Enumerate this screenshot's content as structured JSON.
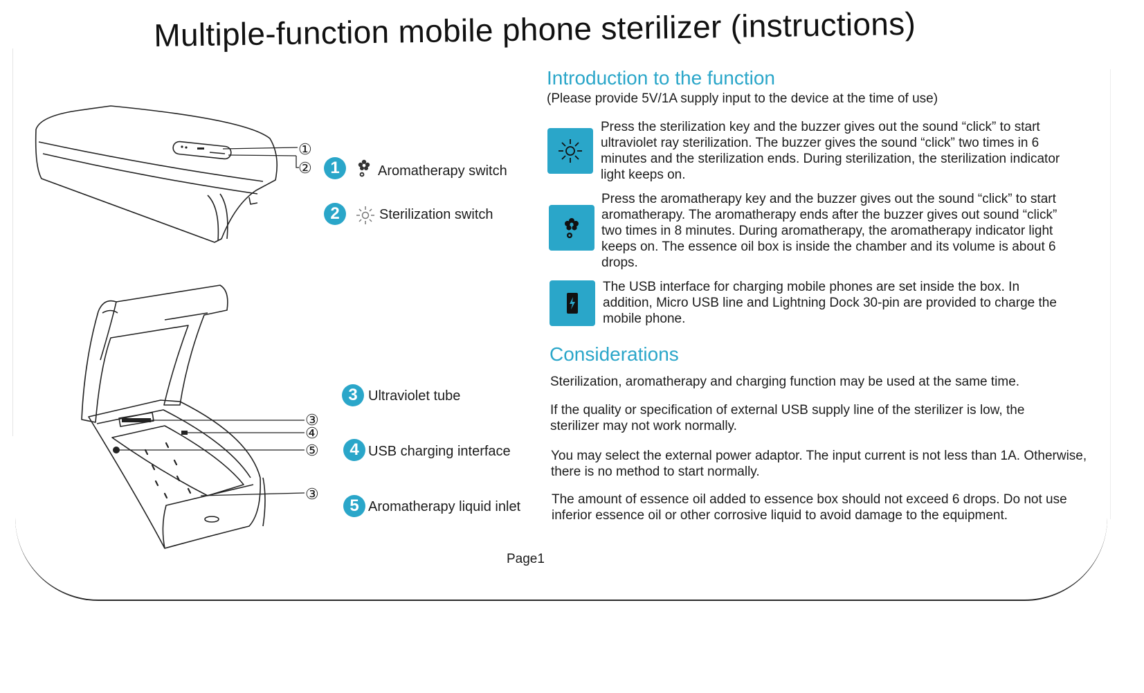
{
  "title": "Multiple-function mobile phone sterilizer (instructions)",
  "legend": [
    {
      "num": "1",
      "label": "Aromatherapy switch",
      "icon": "flower-icon"
    },
    {
      "num": "2",
      "label": "Sterilization switch",
      "icon": "sun-icon"
    },
    {
      "num": "3",
      "label": "Ultraviolet tube"
    },
    {
      "num": "4",
      "label": "USB charging interface"
    },
    {
      "num": "5",
      "label": "Aromatherapy liquid inlet"
    }
  ],
  "callouts": {
    "c1": "①",
    "c2": "②",
    "c3": "③",
    "c4": "④",
    "c5": "⑤"
  },
  "intro": {
    "heading": "Introduction to the function",
    "note": "(Please provide 5V/1A supply input to the device at the time of use)",
    "features": [
      {
        "icon": "sun-icon",
        "text": "Press the sterilization key and the buzzer gives out the sound “click” to start ultraviolet ray sterilization. The buzzer gives the sound “click” two times in 6 minutes and the sterilization ends. During sterilization, the sterilization indicator light keeps on."
      },
      {
        "icon": "flower-icon",
        "text": "Press the aromatherapy key and the buzzer gives out the sound “click” to start aromatherapy. The aromatherapy ends after the buzzer gives out sound “click” two times in 8 minutes. During aromatherapy, the aromatherapy indicator light keeps on. The essence oil box is inside the chamber and its volume is about 6 drops."
      },
      {
        "icon": "phone-charging-icon",
        "text": "The USB interface for charging mobile phones are set inside the box. In addition, Micro USB line and Lightning Dock 30-pin are provided to charge the mobile phone."
      }
    ]
  },
  "considerations": {
    "heading": "Considerations",
    "items": [
      "Sterilization, aromatherapy and charging function may be used at the same time.",
      "If the quality or specification of external USB supply line of the sterilizer is low, the sterilizer may not work normally.",
      "You may select the external power adaptor. The input current is not less than 1A. Otherwise, there is no method to start normally.",
      "The amount of essence oil added to essence box should not exceed 6 drops. Do not use inferior essence oil or other corrosive liquid to avoid damage to the equipment."
    ]
  },
  "page_number": "Page1",
  "colors": {
    "accent": "#2aa6c9",
    "text": "#1b1b1b"
  }
}
